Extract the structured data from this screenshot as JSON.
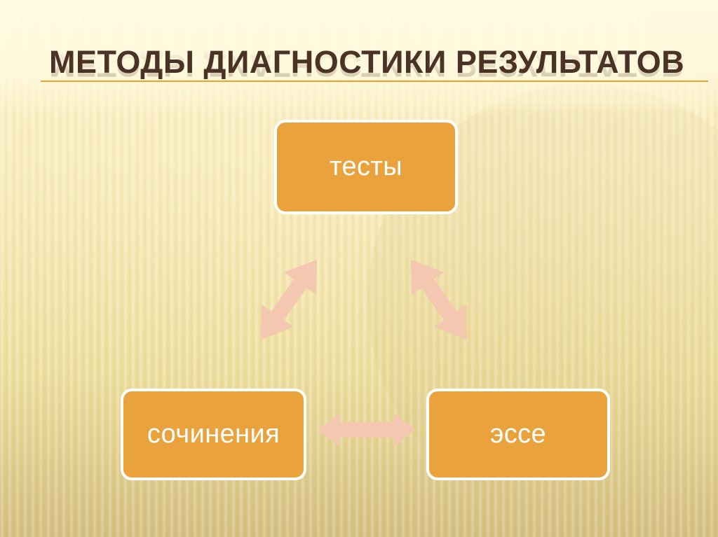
{
  "slide": {
    "title": "Методы диагностики результатов",
    "accent_color": "#eaa33c",
    "title_color": "#4a3326",
    "rule_color": "#f0a32a",
    "arrow_color": "#f4c7b0",
    "background_colors": [
      "#fbf2cf",
      "#f3e6ae",
      "#d8c384"
    ]
  },
  "diagram": {
    "type": "cycle",
    "nodes": [
      {
        "id": "tests",
        "label": "тесты"
      },
      {
        "id": "essays",
        "label": "сочинения"
      },
      {
        "id": "essay",
        "label": "эссе"
      }
    ],
    "connectors": [
      {
        "id": "essays-tests",
        "from": "сочинения",
        "to": "тесты",
        "style": "double-headed",
        "direction": "diagonal-up-right"
      },
      {
        "id": "tests-essay",
        "from": "тесты",
        "to": "эссе",
        "style": "double-headed",
        "direction": "diagonal-down-right"
      },
      {
        "id": "essays-essay",
        "from": "сочинения",
        "to": "эссе",
        "style": "double-headed",
        "direction": "horizontal"
      }
    ]
  }
}
